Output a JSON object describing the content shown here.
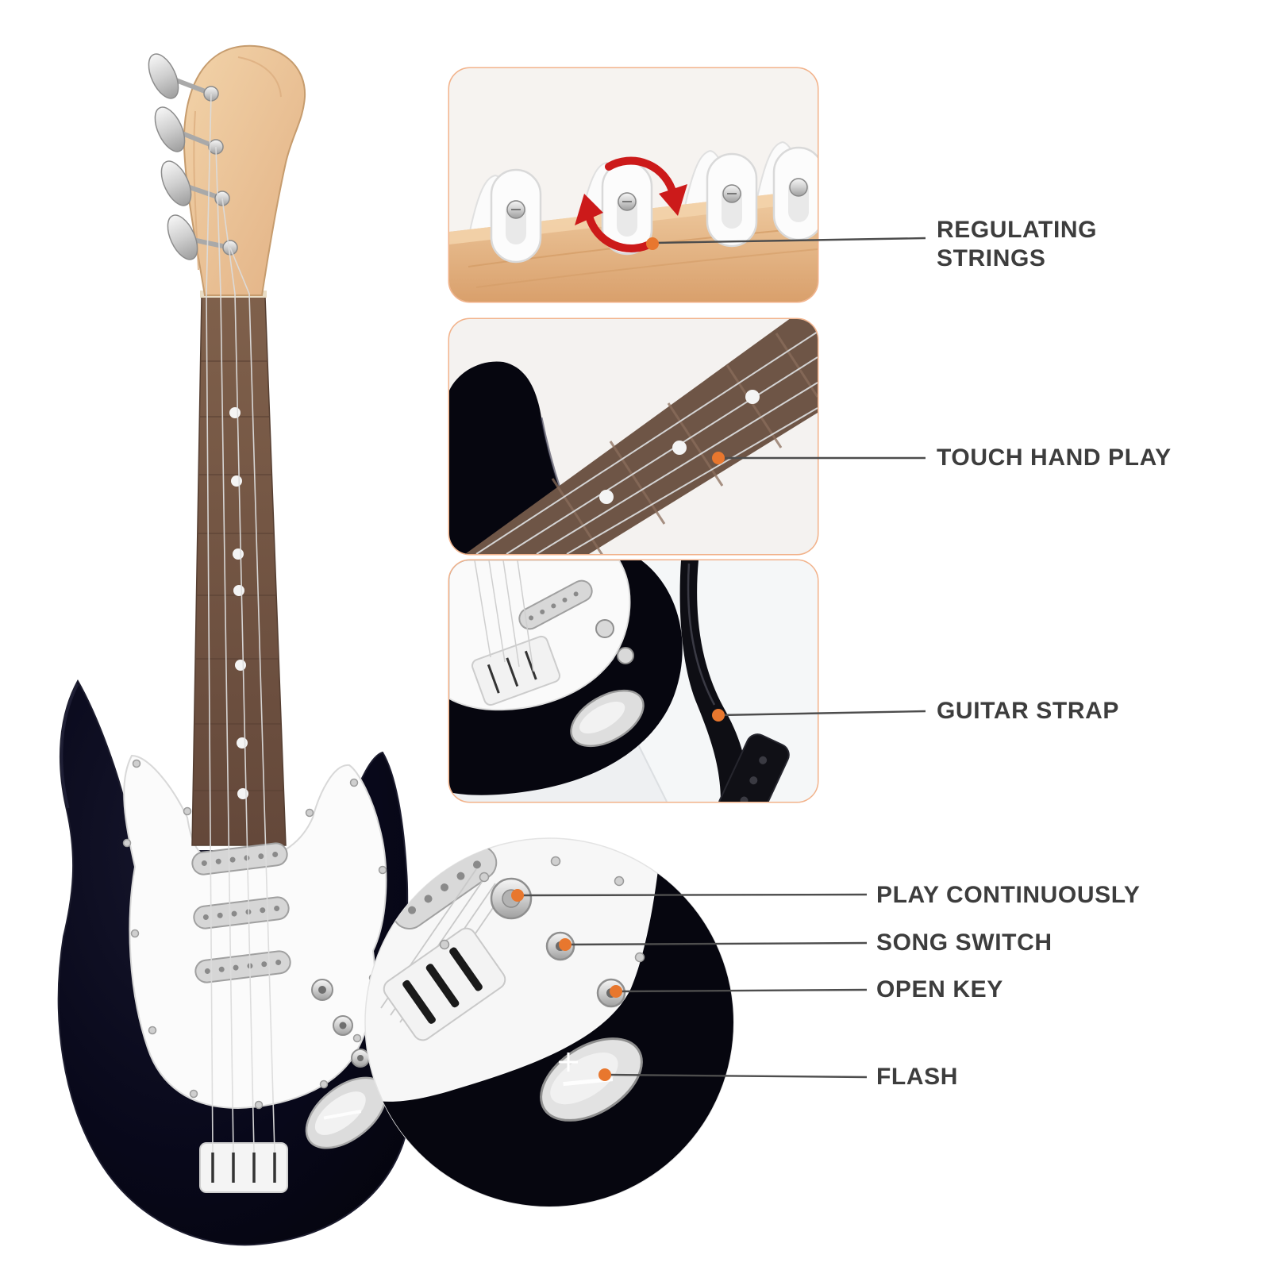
{
  "callouts": {
    "regulating_strings": {
      "label": "REGULATING STRINGS"
    },
    "touch_hand_play": {
      "label": "TOUCH HAND PLAY"
    },
    "guitar_strap": {
      "label": "GUITAR STRAP"
    },
    "play_continuously": {
      "label": "PLAY CONTINUOUSLY"
    },
    "song_switch": {
      "label": "SONG SWITCH"
    },
    "open_key": {
      "label": "OPEN KEY"
    },
    "flash": {
      "label": "FLASH"
    }
  },
  "icons": {
    "rotation_arrows": "circular-rotation-arrows",
    "callout_dot": "orange-point-marker"
  },
  "colors": {
    "background": "#ffffff",
    "panel_border": "#f2b28a",
    "callout_line": "#4d4d4d",
    "callout_dot": "#e8772e",
    "rotation_arrow": "#cc1a1a",
    "label_text": "#3d3d3d",
    "guitar_body": "#06060f",
    "neck_wood": "#6f5242",
    "headstock_wood": "#edc79e",
    "pickguard": "#fbfbfb",
    "strap": "#0e0e14",
    "wood_panel": "#e5b98c"
  }
}
